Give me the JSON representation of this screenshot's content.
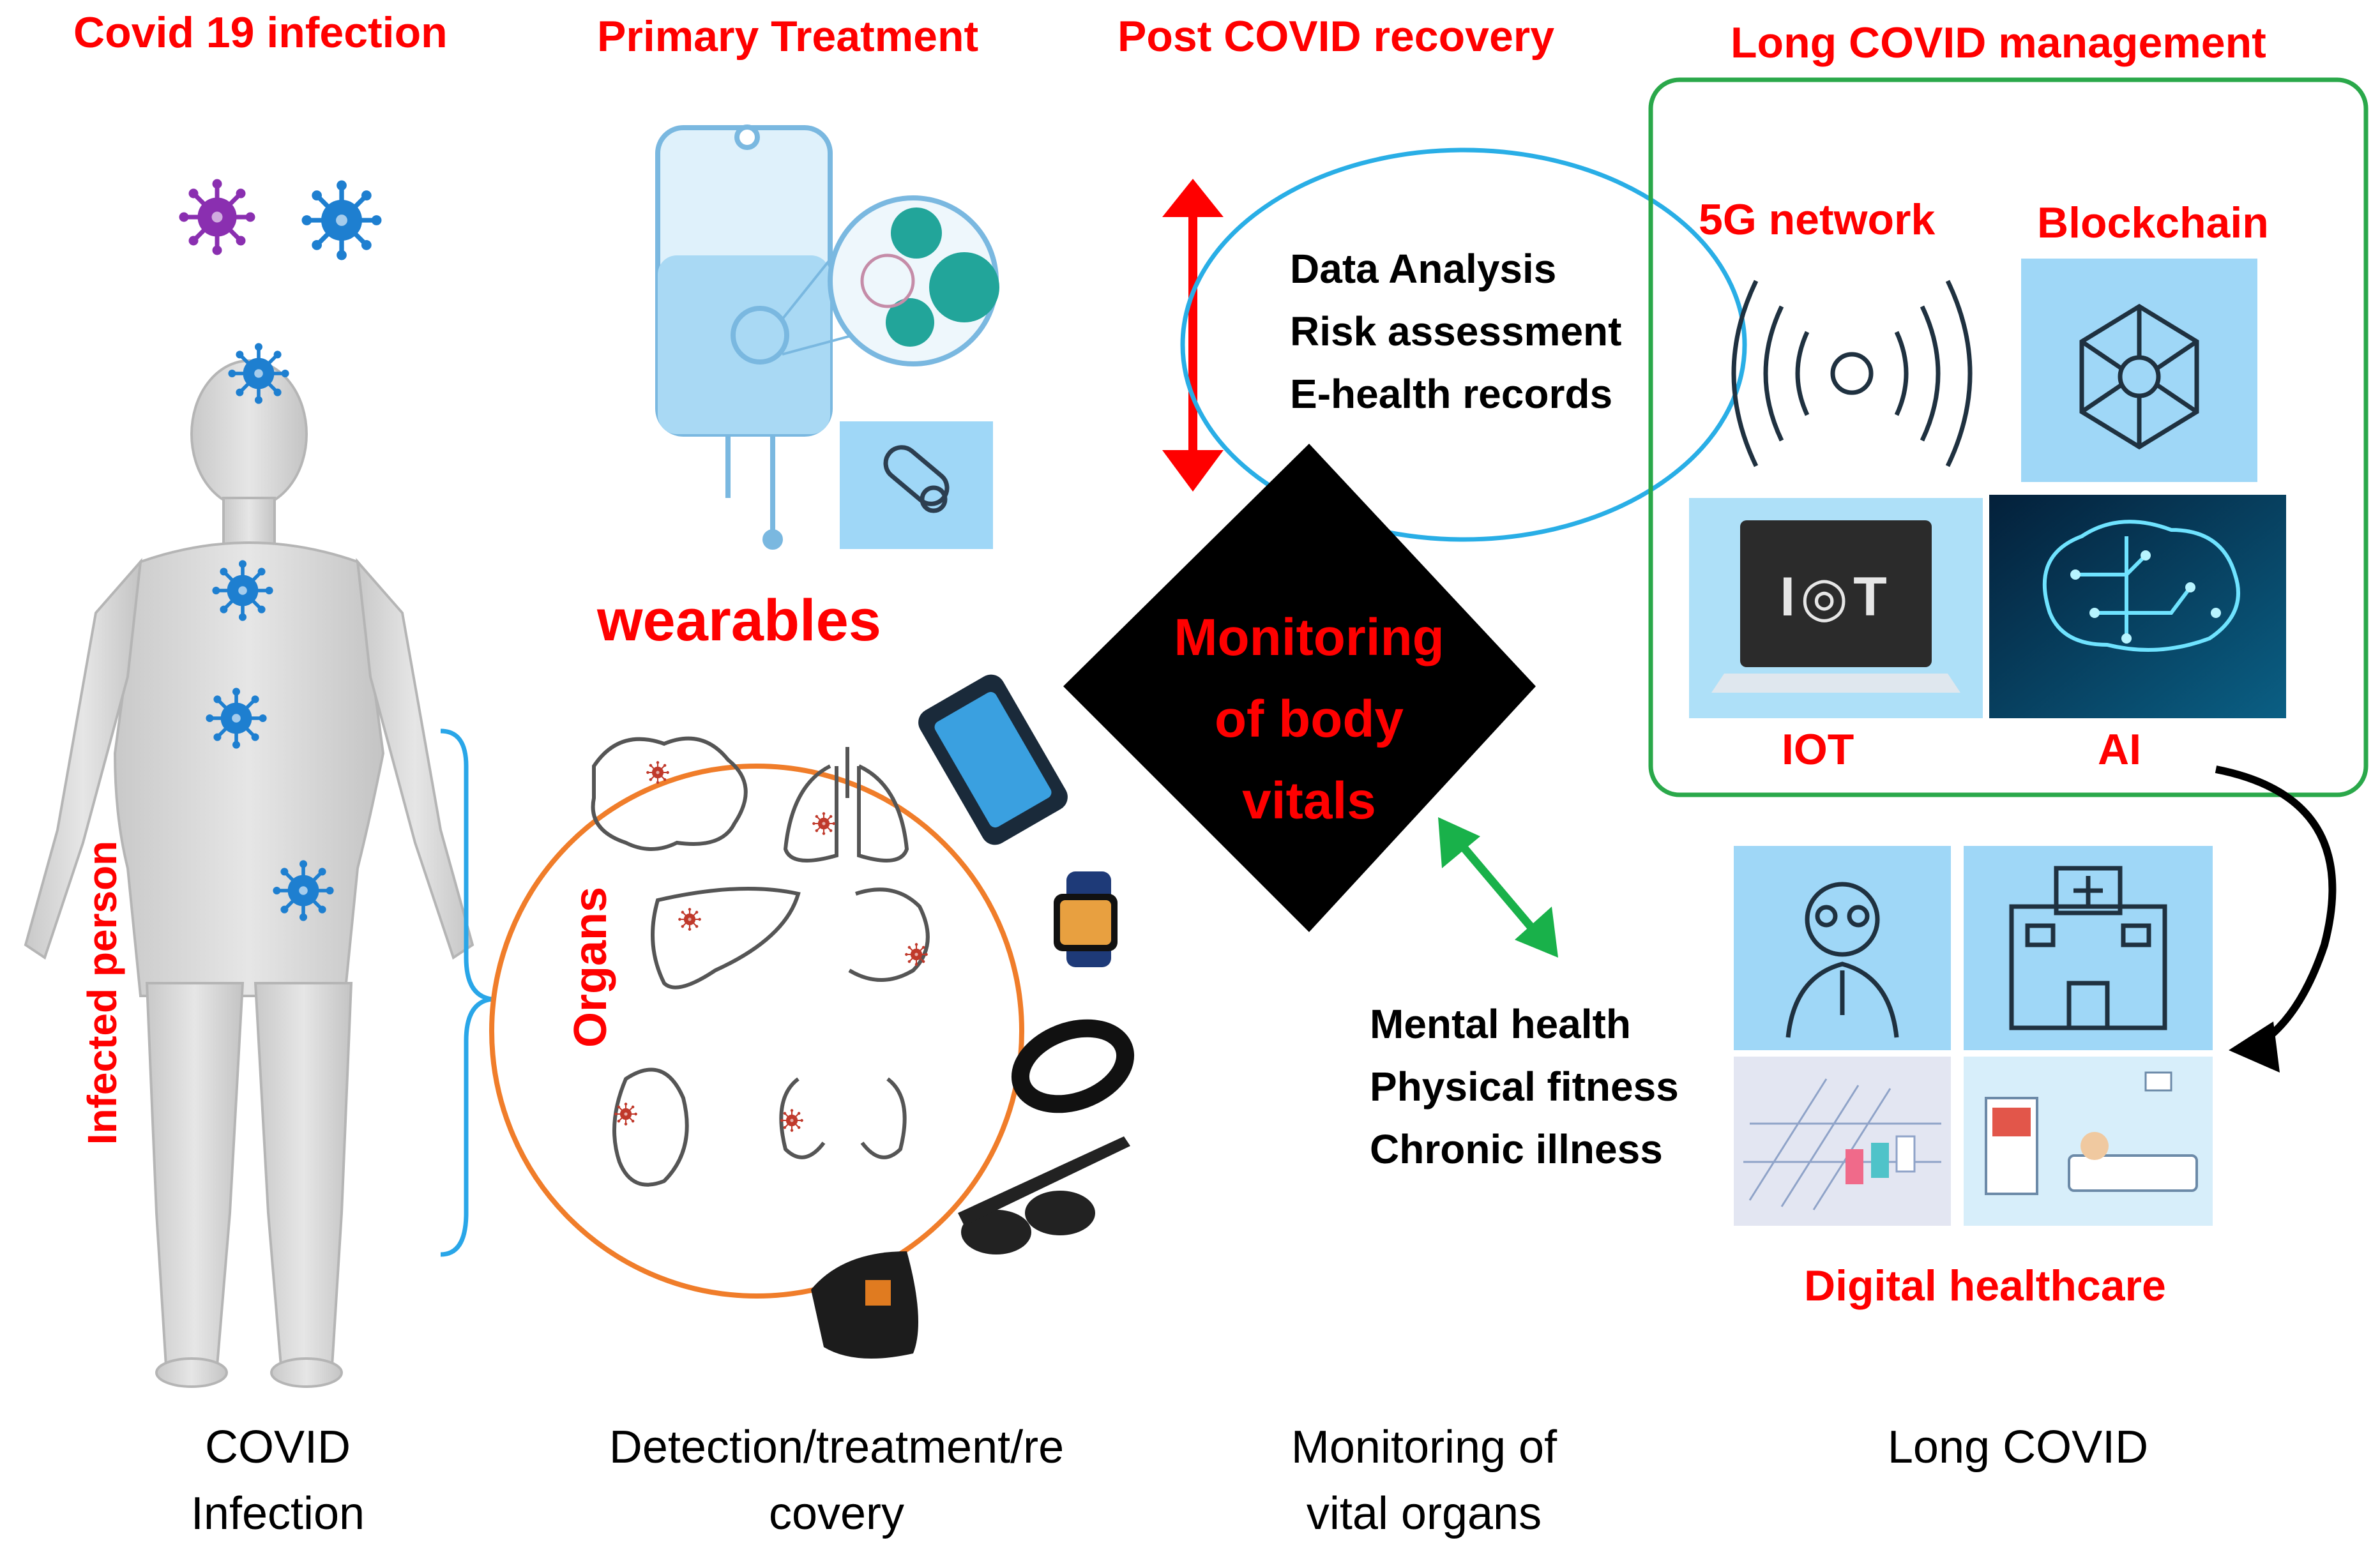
{
  "stages": {
    "covid_infection": "Covid 19 infection",
    "primary_treatment": "Primary Treatment",
    "post_covid_recovery": "Post COVID recovery",
    "long_covid_management": "Long COVID management"
  },
  "infected_person_label": "Infected person",
  "wearables": {
    "title": "wearables",
    "organs_label": "Organs"
  },
  "center": {
    "lines": [
      "Monitoring",
      "of body",
      "vitals"
    ]
  },
  "analysis_items": [
    "Data Analysis",
    "Risk assessment",
    "E-health records"
  ],
  "wellness_items": [
    "Mental health",
    "Physical fitness",
    "Chronic illness"
  ],
  "tech": {
    "network": "5G network",
    "blockchain": "Blockchain",
    "iot": "IOT",
    "ai": "AI",
    "iot_screen_text": "I◎T"
  },
  "digital_healthcare": "Digital healthcare",
  "captions": {
    "c1_line1": "COVID",
    "c1_line2": "Infection",
    "c2_line1": "Detection/treatment/re",
    "c2_line2": "covery",
    "c3_line1": "Monitoring of",
    "c3_line2": "vital organs",
    "c4_line1": "Long COVID"
  },
  "colors": {
    "title_red": "#ff0000",
    "virus_blue": "#1e7fd0",
    "virus_purple": "#8a2fb0",
    "bracket_blue": "#29a6e8",
    "circle_orange": "#f07d2a",
    "ellipse_blue": "#29aee6",
    "box_green": "#2aa84a",
    "arrow_green": "#19b14a",
    "tile_blue": "#9fd7f7"
  }
}
